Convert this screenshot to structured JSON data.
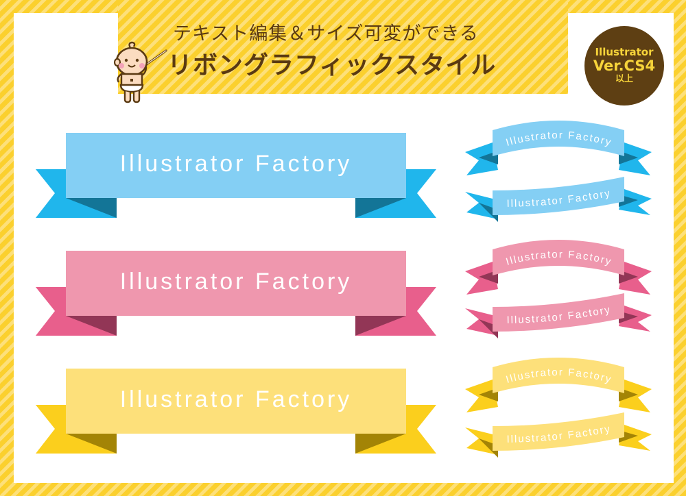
{
  "header": {
    "line1": "テキスト編集＆サイズ可変ができる",
    "line2": "リボングラフィックスタイル",
    "mascot_icon": "baby-pointer-icon"
  },
  "badge": {
    "line1": "Illustrator",
    "line2": "Ver.CS4",
    "line3": "以上"
  },
  "colors": {
    "stripe_dark": "#fbd02e",
    "stripe_light": "#fde07a",
    "title_brown": "#5a3a12",
    "badge_bg": "#5e3f13",
    "badge_text": "#f7d43a",
    "blue": {
      "main": "#84cff4",
      "tail": "#20b6ec",
      "fold": "#137597"
    },
    "pink": {
      "main": "#ef97ae",
      "tail": "#e85f8c",
      "fold": "#923656"
    },
    "yellow": {
      "main": "#fde07a",
      "tail": "#fbcf1d",
      "fold": "#a38406"
    }
  },
  "ribbons": {
    "flat": [
      {
        "color": "blue",
        "text": "Illustrator Factory"
      },
      {
        "color": "pink",
        "text": "Illustrator Factory"
      },
      {
        "color": "yellow",
        "text": "Illustrator Factory"
      }
    ],
    "curved": [
      {
        "color": "blue",
        "style": "arch",
        "text": "Illustrator Factory"
      },
      {
        "color": "blue",
        "style": "wave",
        "text": "Illustrator Factory"
      },
      {
        "color": "pink",
        "style": "arch",
        "text": "Illustrator Factory"
      },
      {
        "color": "pink",
        "style": "wave",
        "text": "Illustrator Factory"
      },
      {
        "color": "yellow",
        "style": "arch",
        "text": "Illustrator Factory"
      },
      {
        "color": "yellow",
        "style": "wave",
        "text": "Illustrator Factory"
      }
    ]
  }
}
